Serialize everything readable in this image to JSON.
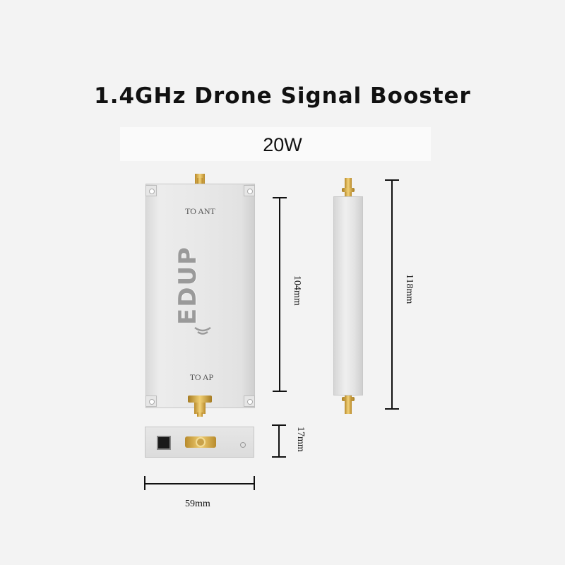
{
  "title": "1.4GHz Drone Signal Booster",
  "subtitle": "20W",
  "device": {
    "top_port_label": "TO ANT",
    "bottom_port_label": "TO AP",
    "logo_text": "EDUP"
  },
  "dimensions": {
    "length_front": "104mm",
    "length_side": "118mm",
    "height": "17mm",
    "width": "59mm"
  },
  "colors": {
    "background": "#f3f3f3",
    "aluminum": "#e8e8e8",
    "connector_gold": "#d9b257",
    "dimension_line": "#111111"
  }
}
